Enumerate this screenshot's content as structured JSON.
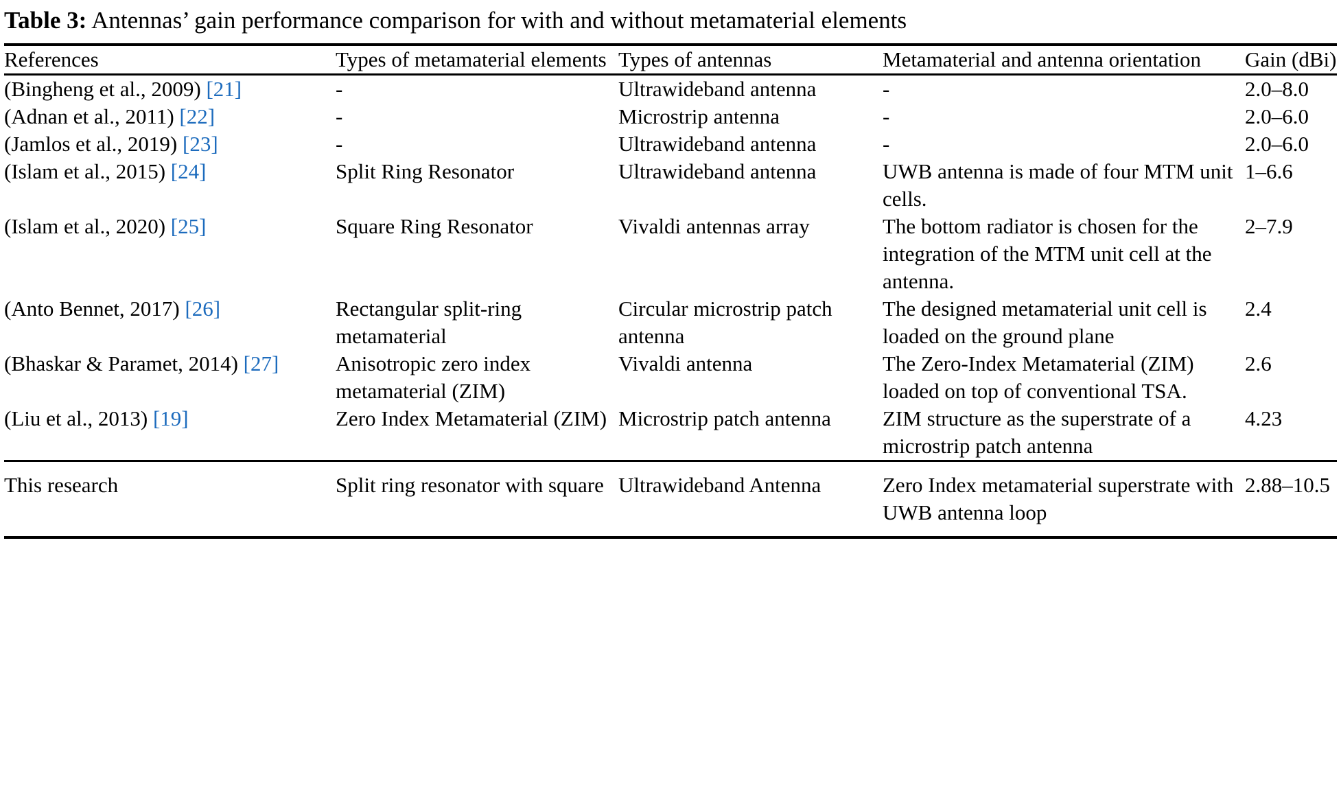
{
  "caption": {
    "label": "Table 3:",
    "text": "Antennas’ gain performance comparison for with and without metamaterial elements"
  },
  "colors": {
    "citation_link": "#1c6bbd",
    "rule": "#000000",
    "text": "#000000",
    "background": "#ffffff"
  },
  "table": {
    "columns": [
      {
        "id": "references",
        "header": "References"
      },
      {
        "id": "mtm_types",
        "header": "Types of metamaterial elements"
      },
      {
        "id": "antenna_types",
        "header": "Types of antennas"
      },
      {
        "id": "orientation",
        "header": "Metamaterial and antenna orientation"
      },
      {
        "id": "gain",
        "header": "Gain (dBi)"
      }
    ],
    "rows": [
      {
        "reference": "(Bingheng et al., 2009)",
        "citation": "[21]",
        "mtm_types": "-",
        "antenna_types": "Ultrawideband antenna",
        "orientation": "-",
        "gain": "2.0–8.0"
      },
      {
        "reference": "(Adnan et al., 2011)",
        "citation": "[22]",
        "mtm_types": "-",
        "antenna_types": "Microstrip antenna",
        "orientation": "-",
        "gain": "2.0–6.0"
      },
      {
        "reference": "(Jamlos et al., 2019)",
        "citation": "[23]",
        "mtm_types": "-",
        "antenna_types": "Ultrawideband antenna",
        "orientation": "-",
        "gain": "2.0–6.0"
      },
      {
        "reference": "(Islam et al., 2015)",
        "citation": "[24]",
        "mtm_types": "Split Ring Resonator",
        "antenna_types": "Ultrawideband antenna",
        "orientation": "UWB antenna is made of four MTM unit cells.",
        "gain": "1–6.6"
      },
      {
        "reference": "(Islam et al., 2020)",
        "citation": "[25]",
        "mtm_types": "Square Ring Resonator",
        "antenna_types": "Vivaldi antennas array",
        "orientation": "The bottom radiator is chosen for the integration of the MTM unit cell at the antenna.",
        "gain": "2–7.9"
      },
      {
        "reference": "(Anto Bennet, 2017)",
        "citation": "[26]",
        "mtm_types": "Rectangular split-ring metamaterial",
        "antenna_types": "Circular microstrip patch antenna",
        "orientation": "The designed metamaterial unit cell is loaded on the ground plane",
        "gain": "2.4"
      },
      {
        "reference": "(Bhaskar & Paramet, 2014)",
        "citation": "[27]",
        "mtm_types": "Anisotropic zero index metamaterial (ZIM)",
        "antenna_types": "Vivaldi antenna",
        "orientation": "The Zero-Index Metamaterial (ZIM) loaded on top of conventional TSA.",
        "gain": "2.6"
      },
      {
        "reference": "(Liu et al., 2013)",
        "citation": "[19]",
        "mtm_types": "Zero Index Metamaterial (ZIM)",
        "antenna_types": "Microstrip patch antenna",
        "orientation": "ZIM structure as the superstrate of a microstrip patch antenna",
        "gain": "4.23"
      }
    ],
    "final_row": {
      "reference": "This research",
      "citation": "",
      "mtm_types": "Split ring resonator with square",
      "antenna_types": "Ultrawideband Antenna",
      "orientation": "Zero Index metamaterial superstrate with UWB antenna loop",
      "gain": "2.88–10.5"
    }
  }
}
